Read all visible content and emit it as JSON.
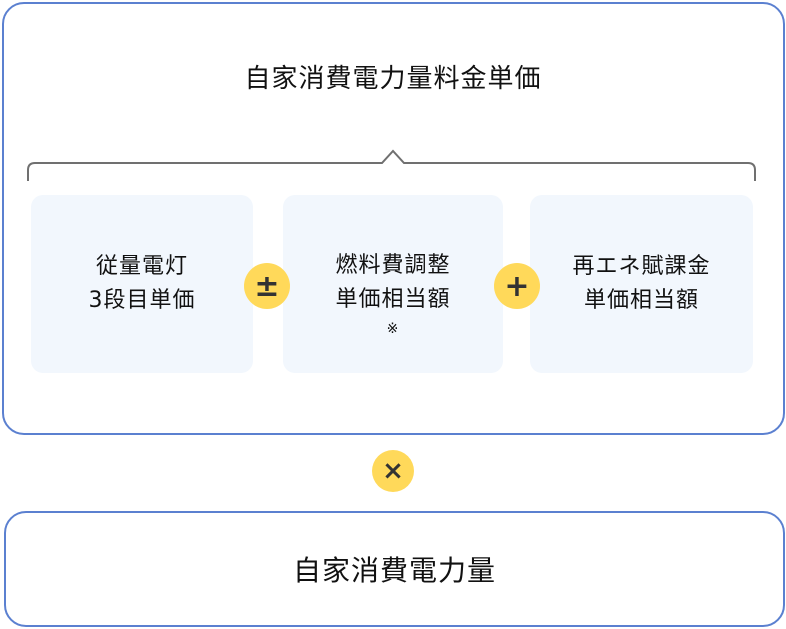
{
  "title": "自家消費電力量料金単価",
  "cards": [
    {
      "line1": "従量電灯",
      "line2": "3段目単価"
    },
    {
      "line1": "燃料費調整",
      "line2": "単価相当額",
      "note": "※"
    },
    {
      "line1": "再エネ賦課金",
      "line2": "単価相当額"
    }
  ],
  "operators": {
    "plus_minus": "±",
    "plus": "+",
    "times": "×"
  },
  "bottom": "自家消費電力量",
  "colors": {
    "border": "#5b80d0",
    "card": "#f2f7fd",
    "operator": "#ffd95a"
  }
}
